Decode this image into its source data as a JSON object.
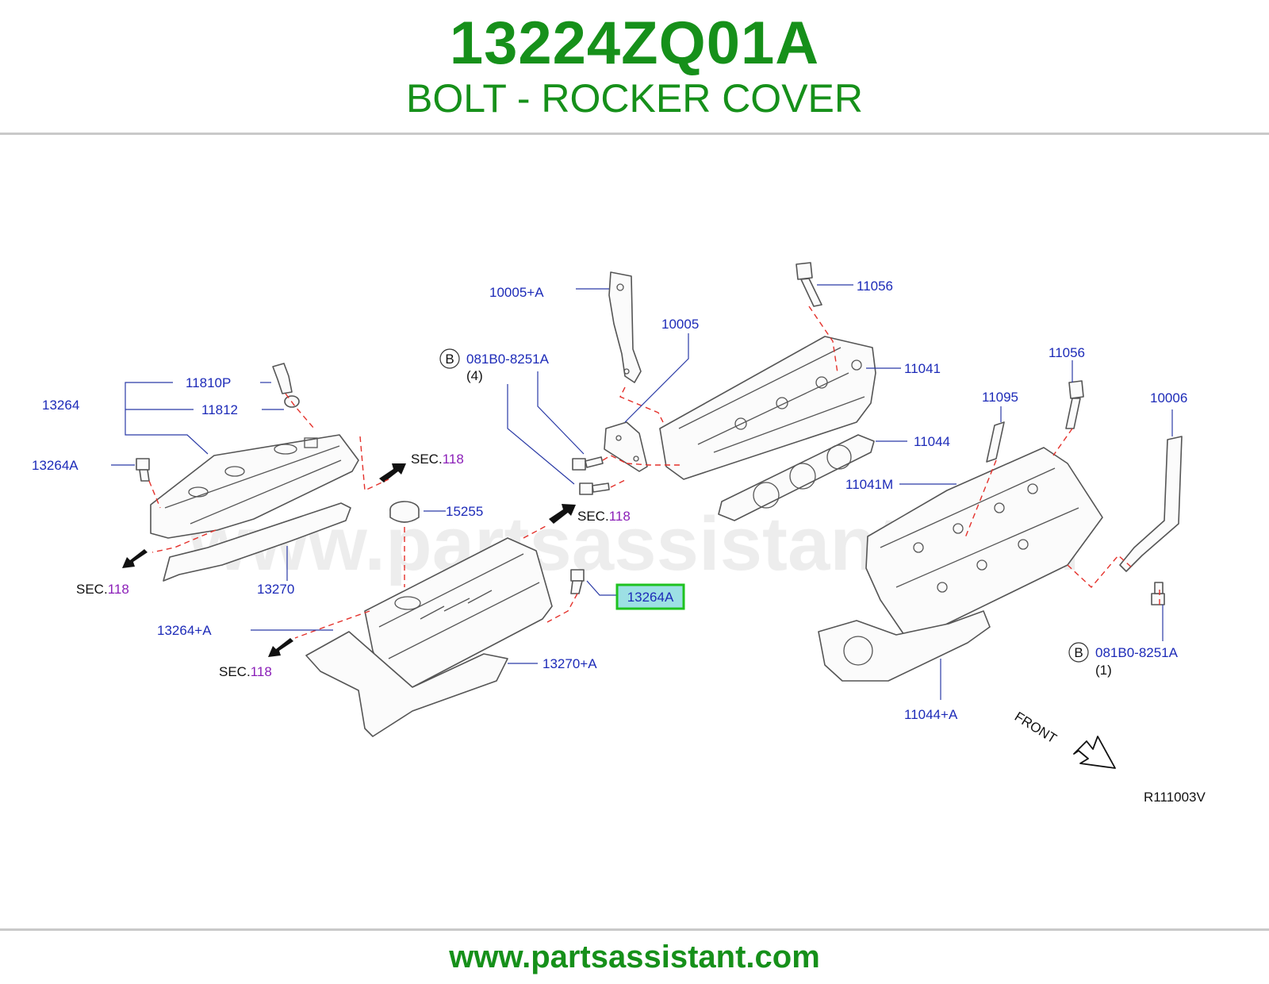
{
  "header": {
    "part_number": "13224ZQ01A",
    "part_name": "BOLT - ROCKER COVER"
  },
  "footer": {
    "url": "www.partsassistant.com"
  },
  "watermark": "www.partsassistant.com",
  "colors": {
    "title_green": "#16901a",
    "label_blue": "#1d2bb8",
    "sec_purple": "#8b1fb8",
    "dash_red": "#e4312b",
    "highlight_green": "#1fc21f",
    "highlight_fill": "#9de0e4"
  },
  "diagram": {
    "code": "R111003V",
    "front_label": "FRONT",
    "labels": {
      "l_10005a": "10005+A",
      "l_10005": "10005",
      "l_11056_top": "11056",
      "l_11041": "11041",
      "l_081b0_top": "081B0-8251A",
      "l_qty4": "(4)",
      "l_11810p": "11810P",
      "l_13264": "13264",
      "l_11812": "11812",
      "l_13264a_left": "13264A",
      "l_11095": "11095",
      "l_11056_right": "11056",
      "l_10006": "10006",
      "l_11044": "11044",
      "l_11041m": "11041M",
      "l_15255": "15255",
      "l_13264a_target": "13264A",
      "l_13270": "13270",
      "l_13264_a": "13264+A",
      "l_13270_a": "13270+A",
      "l_081b0_right": "081B0-8251A",
      "l_qty1": "(1)",
      "l_11044_a": "11044+A",
      "b_circle_top": "B",
      "b_circle_right": "B"
    },
    "sec_refs": [
      {
        "prefix": "SEC.",
        "number": "118"
      },
      {
        "prefix": "SEC.",
        "number": "118"
      },
      {
        "prefix": "SEC.",
        "number": "118"
      },
      {
        "prefix": "SEC.",
        "number": "118"
      }
    ]
  }
}
